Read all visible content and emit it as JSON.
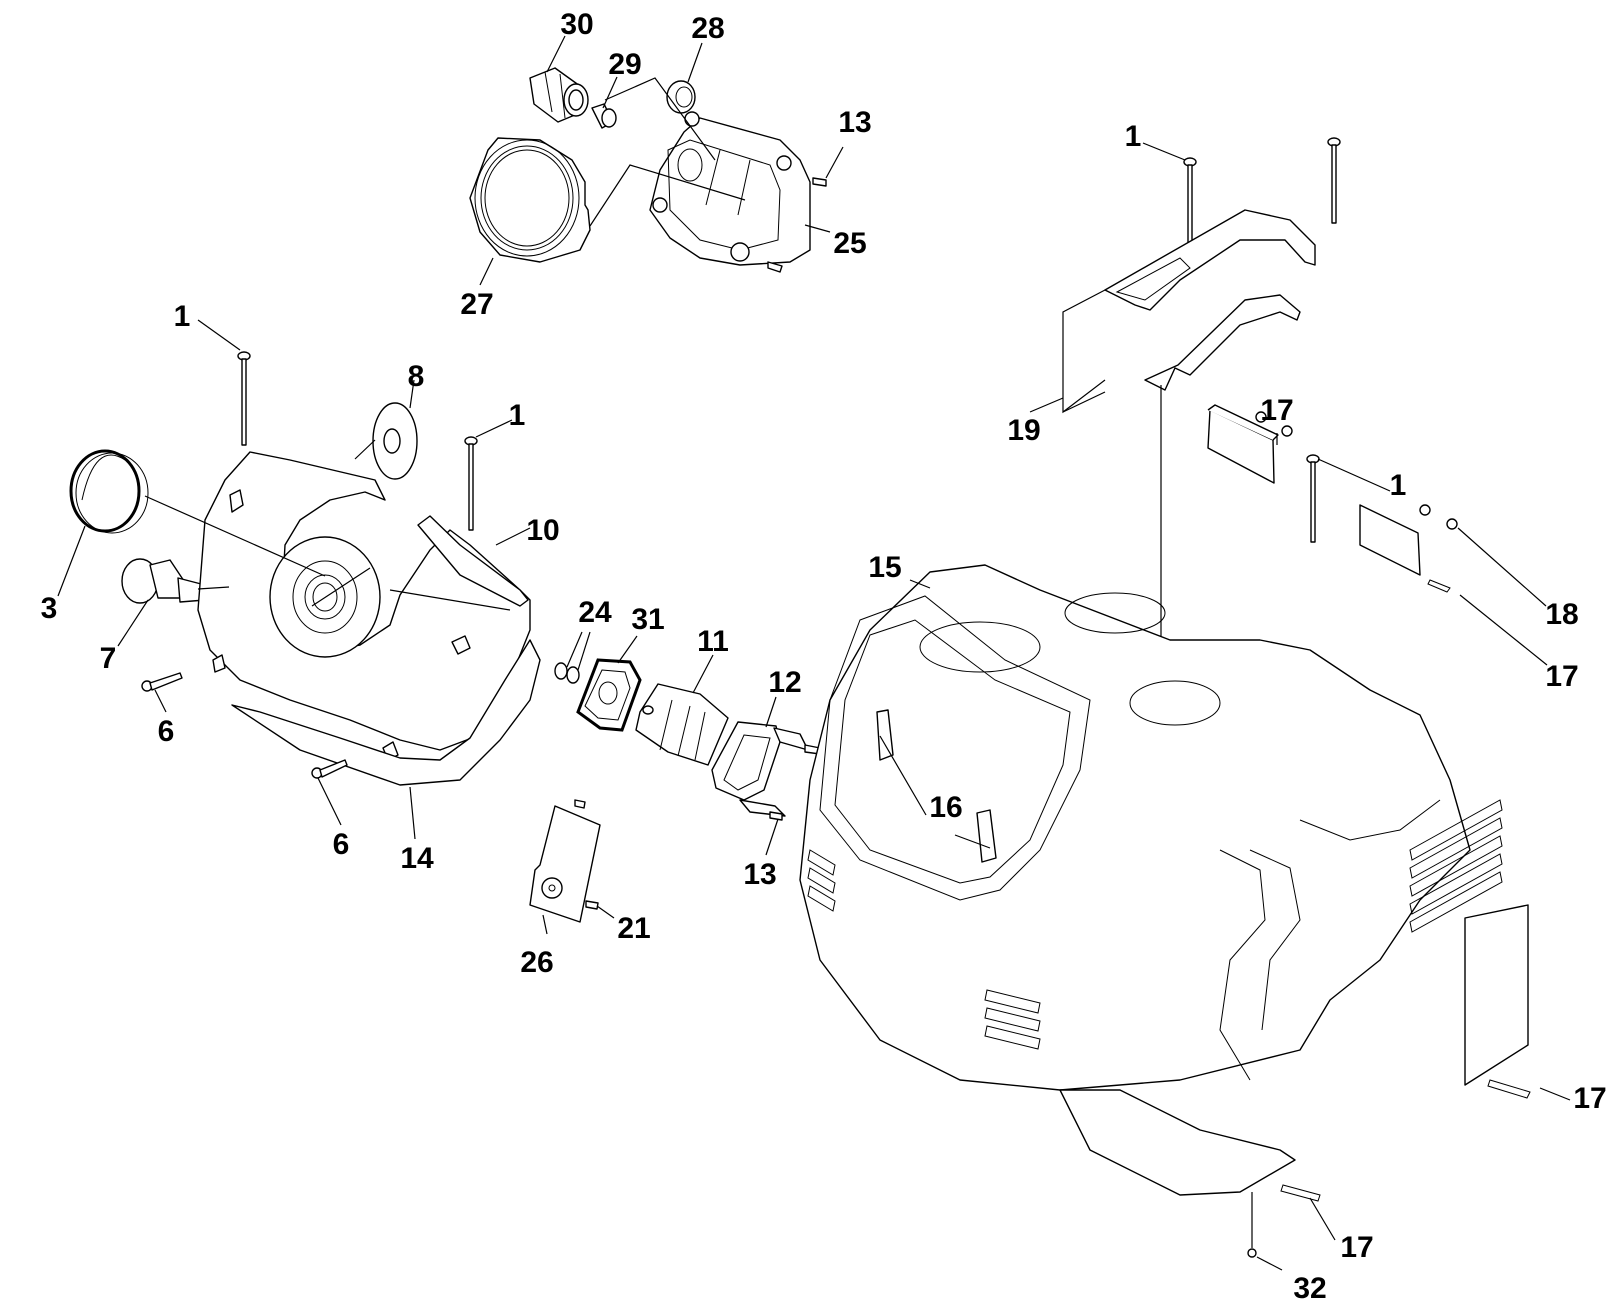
{
  "diagram": {
    "title": "",
    "type": "exploded-parts-diagram",
    "callouts": [
      {
        "id": "c30",
        "label": "30",
        "part": "cable-gland"
      },
      {
        "id": "c29",
        "label": "29",
        "part": "sleeve"
      },
      {
        "id": "c28",
        "label": "28",
        "part": "nut"
      },
      {
        "id": "c13a",
        "label": "13",
        "part": "screw"
      },
      {
        "id": "c25",
        "label": "25",
        "part": "cover-housing"
      },
      {
        "id": "c27",
        "label": "27",
        "part": "gasket-ring"
      },
      {
        "id": "c1a",
        "label": "1",
        "part": "long-screw"
      },
      {
        "id": "c8",
        "label": "8",
        "part": "washer-disc"
      },
      {
        "id": "c1b",
        "label": "1",
        "part": "long-screw"
      },
      {
        "id": "c10",
        "label": "10",
        "part": "side-panel"
      },
      {
        "id": "c3",
        "label": "3",
        "part": "knob"
      },
      {
        "id": "c7",
        "label": "7",
        "part": "switch-button"
      },
      {
        "id": "c6a",
        "label": "6",
        "part": "screw"
      },
      {
        "id": "c6b",
        "label": "6",
        "part": "screw"
      },
      {
        "id": "c14",
        "label": "14",
        "part": "side-cover"
      },
      {
        "id": "c24",
        "label": "24",
        "part": "o-rings"
      },
      {
        "id": "c31",
        "label": "31",
        "part": "seal"
      },
      {
        "id": "c11",
        "label": "11",
        "part": "terminal-block"
      },
      {
        "id": "c12",
        "label": "12",
        "part": "frame"
      },
      {
        "id": "c13b",
        "label": "13",
        "part": "screw"
      },
      {
        "id": "c21",
        "label": "21",
        "part": "screw"
      },
      {
        "id": "c26",
        "label": "26",
        "part": "circuit-board"
      },
      {
        "id": "c1c",
        "label": "1",
        "part": "long-screw"
      },
      {
        "id": "c19",
        "label": "19",
        "part": "handle"
      },
      {
        "id": "c17a",
        "label": "17",
        "part": "foam-pad"
      },
      {
        "id": "c1d",
        "label": "1",
        "part": "long-screw"
      },
      {
        "id": "c18",
        "label": "18",
        "part": "nut"
      },
      {
        "id": "c17b",
        "label": "17",
        "part": "foam-pad"
      },
      {
        "id": "c15",
        "label": "15",
        "part": "main-housing"
      },
      {
        "id": "c16",
        "label": "16",
        "part": "clips"
      },
      {
        "id": "c17c",
        "label": "17",
        "part": "foam-pad"
      },
      {
        "id": "c17d",
        "label": "17",
        "part": "foam-pad"
      },
      {
        "id": "c32",
        "label": "32",
        "part": "rivet"
      }
    ]
  }
}
